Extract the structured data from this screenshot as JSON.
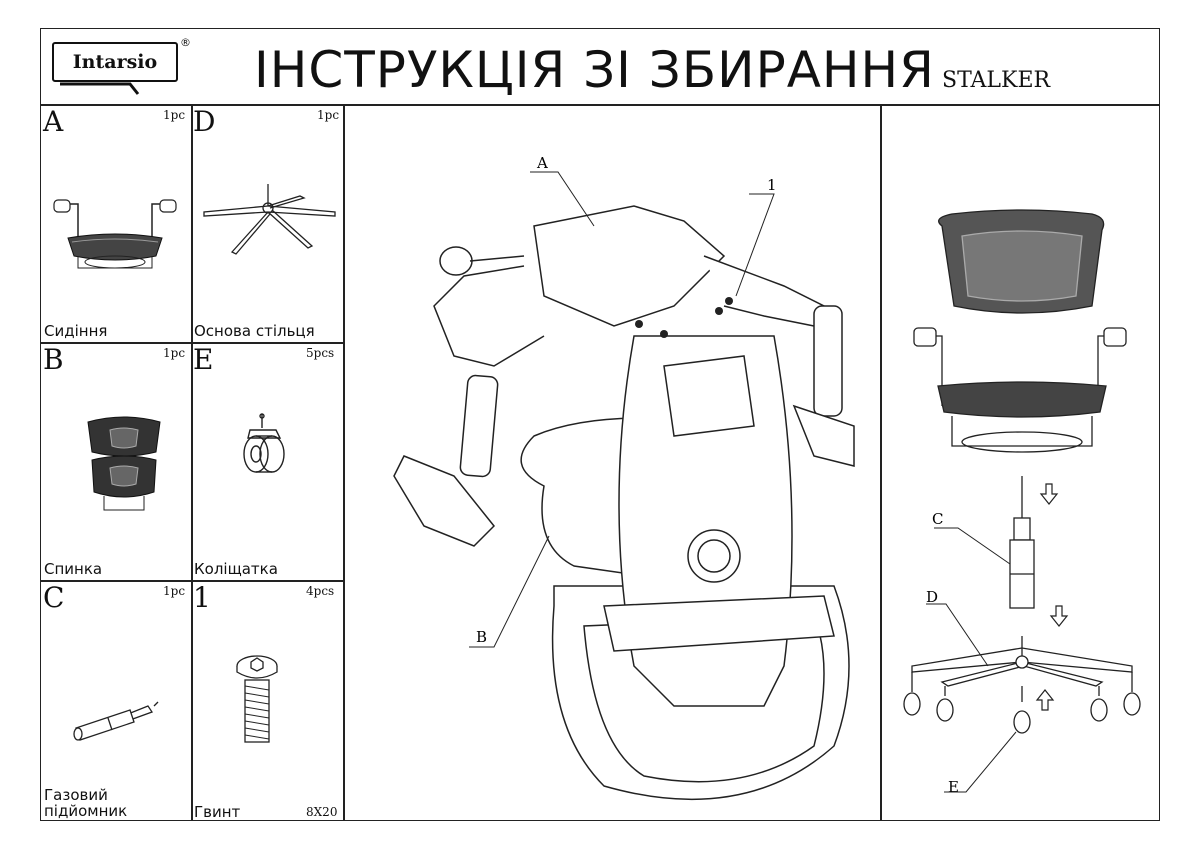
{
  "header": {
    "brand": "Intarsio",
    "reg_mark": "®",
    "title": "ІНСТРУКЦІЯ ЗІ ЗБИРАННЯ",
    "model": "STALKER"
  },
  "parts": [
    {
      "letter": "A",
      "qty": "1pc",
      "name": "Сидіння"
    },
    {
      "letter": "D",
      "qty": "1pc",
      "name": "Основа стільця"
    },
    {
      "letter": "B",
      "qty": "1pc",
      "name": "Спинка"
    },
    {
      "letter": "E",
      "qty": "5pcs",
      "name": "Коліщатка"
    },
    {
      "letter": "C",
      "qty": "1pc",
      "name": "Газовий підйомник"
    },
    {
      "letter": "1",
      "qty": "4pcs",
      "name": "Гвинт",
      "size": "8X20"
    }
  ],
  "step1": {
    "label_a": "A",
    "label_1": "1",
    "label_b": "B"
  },
  "step2": {
    "label_c": "C",
    "label_d": "D",
    "label_e": "E"
  }
}
